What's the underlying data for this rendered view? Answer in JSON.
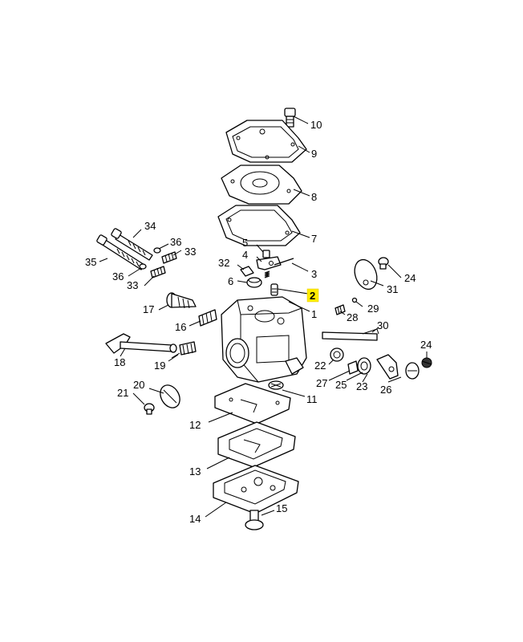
{
  "highlight_color": "#ffec00",
  "labels": {
    "l1": "1",
    "l2": "2",
    "l3": "3",
    "l4": "4",
    "l5": "5",
    "l6": "6",
    "l7": "7",
    "l8": "8",
    "l9": "9",
    "l10": "10",
    "l11": "11",
    "l12": "12",
    "l13": "13",
    "l14": "14",
    "l15": "15",
    "l16": "16",
    "l17": "17",
    "l18": "18",
    "l19": "19",
    "l20": "20",
    "l21": "21",
    "l22": "22",
    "l23": "23",
    "l24a": "24",
    "l24b": "24",
    "l25": "25",
    "l26": "26",
    "l27": "27",
    "l28": "28",
    "l29": "29",
    "l30": "30",
    "l31": "31",
    "l32": "32",
    "l33a": "33",
    "l33b": "33",
    "l34": "34",
    "l35": "35",
    "l36a": "36",
    "l36b": "36"
  }
}
